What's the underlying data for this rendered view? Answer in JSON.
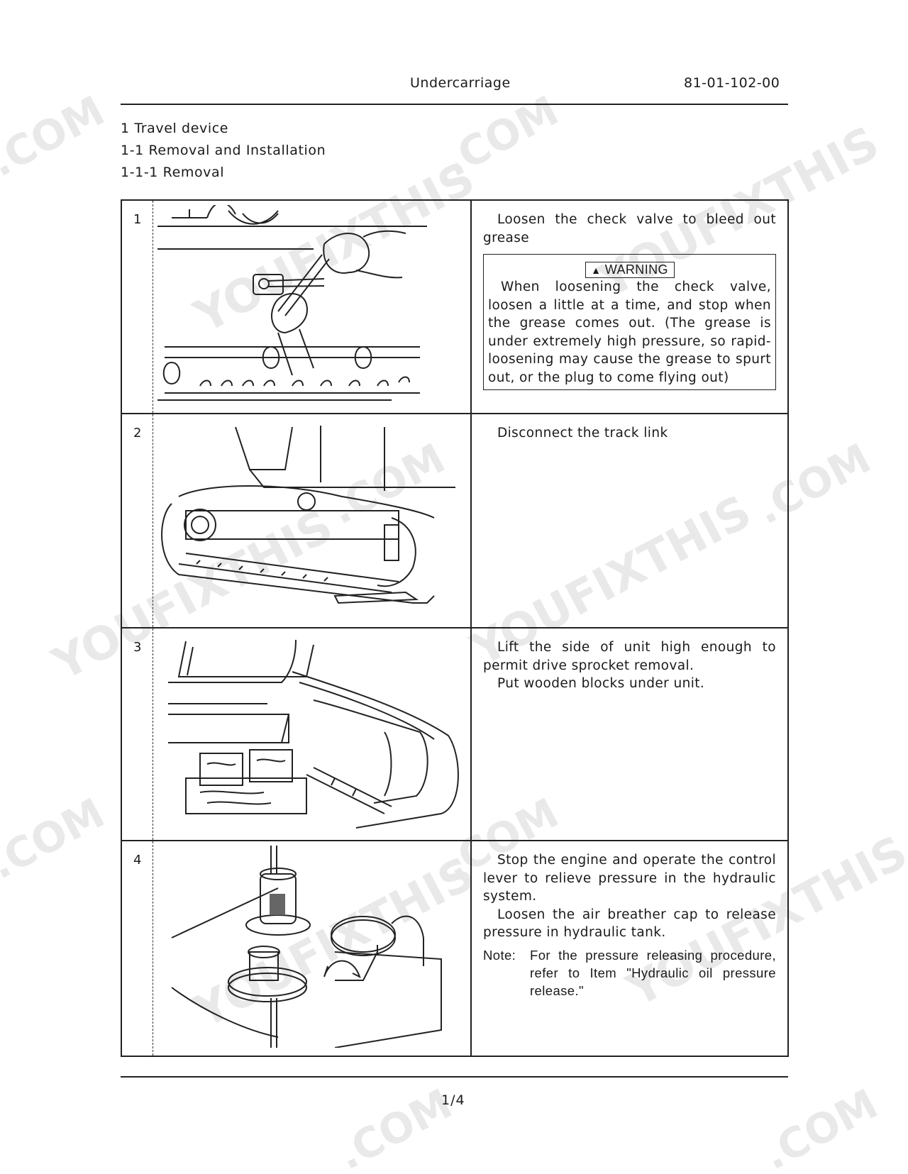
{
  "header": {
    "section_title": "Undercarriage",
    "doc_number": "81-01-102-00"
  },
  "headings": {
    "h1": "1  Travel  device",
    "h2": "1-1  Removal  and  Installation",
    "h3": "1-1-1  Removal"
  },
  "steps": [
    {
      "number": "1",
      "text": "Loosen the check valve to bleed out grease",
      "warning": {
        "label": "WARNING",
        "icon": "warning-triangle-icon",
        "text": "When loosening the check valve, loosen a little at a time, and stop when the grease comes out. (The grease is under extremely high pressure, so rapid-loosening may cause the grease to spurt out, or the plug to come flying out)"
      }
    },
    {
      "number": "2",
      "text": "Disconnect the track link"
    },
    {
      "number": "3",
      "text_1": "Lift the side of unit high enough to permit drive sprocket removal.",
      "text_2": "Put wooden blocks under unit."
    },
    {
      "number": "4",
      "text_1": "Stop the engine and operate the control lever to relieve pressure in the hydraulic system.",
      "text_2": "Loosen the air breather cap to release pressure in hydraulic tank.",
      "note_label": "Note:",
      "note_text": "For the pressure releasing procedure, refer to Item \"Hydraulic oil pressure release.\""
    }
  ],
  "footer": {
    "page_number": "1/4"
  },
  "watermark": {
    "text_brand": "YOUFIXTHIS",
    "text_com": ".COM"
  }
}
